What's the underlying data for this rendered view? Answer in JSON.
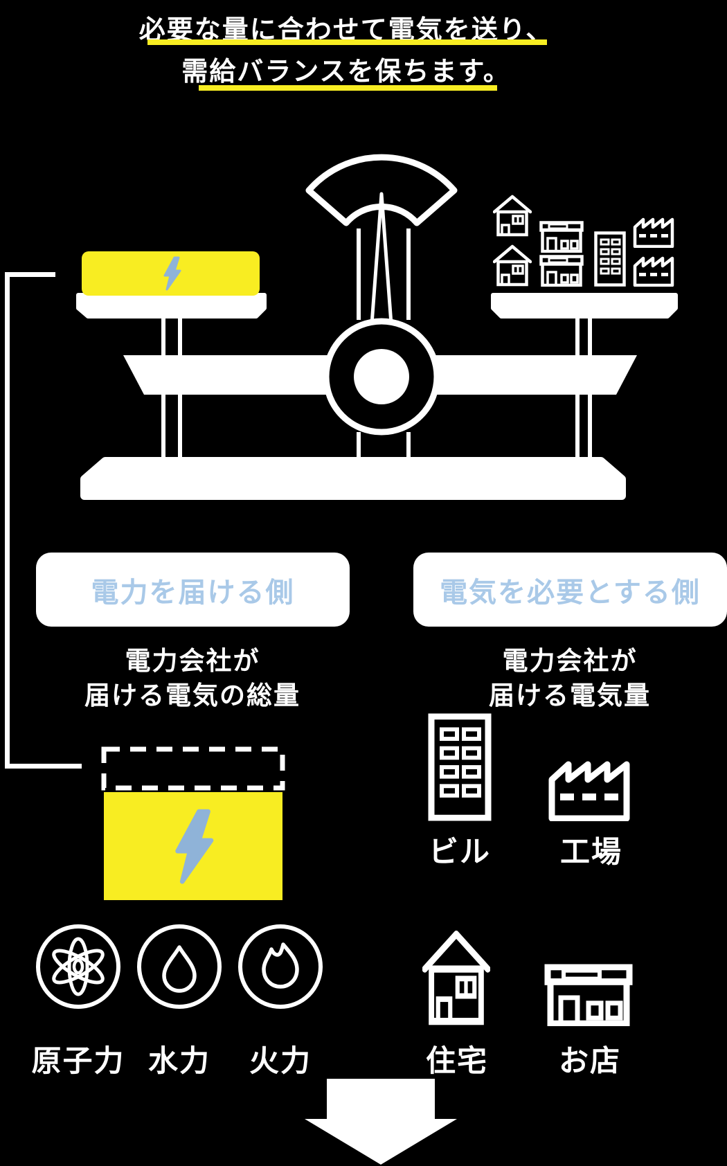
{
  "title": {
    "line1": "必要な量に合わせて電気を送り、",
    "line2": "需給バランスを保ちます。"
  },
  "side_labels": {
    "supply": "電力を届ける側",
    "demand": "電気を必要とする側"
  },
  "supply": {
    "heading_line1": "電力会社が",
    "heading_line2": "届ける電気の総量",
    "sources": [
      {
        "label": "原子力",
        "icon": "atom-icon"
      },
      {
        "label": "水力",
        "icon": "water-drop-icon"
      },
      {
        "label": "火力",
        "icon": "flame-icon"
      }
    ]
  },
  "demand": {
    "heading_line1": "電力会社が",
    "heading_line2": "届ける電気量",
    "consumers": [
      {
        "label": "ビル",
        "icon": "building-icon"
      },
      {
        "label": "工場",
        "icon": "factory-icon"
      },
      {
        "label": "住宅",
        "icon": "house-icon"
      },
      {
        "label": "お店",
        "icon": "shop-icon"
      }
    ]
  },
  "colors": {
    "background": "#000000",
    "accent_yellow": "#F8ED22",
    "light_blue": "#A9C9E8",
    "bolt_blue": "#8FB3D8",
    "white": "#FFFFFF"
  }
}
